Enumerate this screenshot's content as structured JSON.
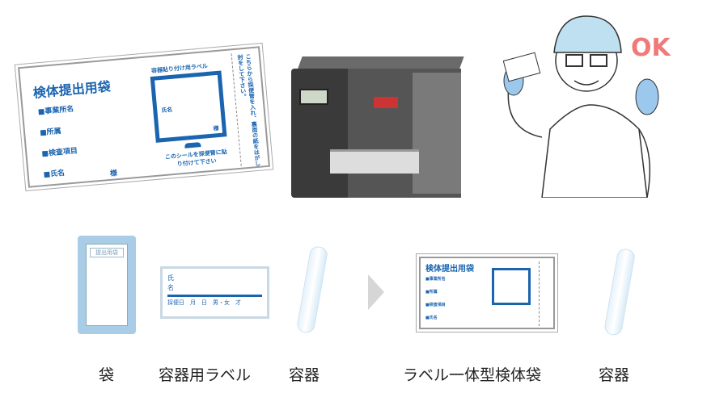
{
  "big_label": {
    "title": "検体提出用袋",
    "fields": [
      "■事業所名",
      "■所属",
      "■検査項目",
      "■氏名"
    ],
    "honorific": "様",
    "sticker_title": "容器貼り付け用ラベル",
    "sticker_name": "氏名",
    "sticker_honorific": "様",
    "sticker_note": "このシールを採便管に貼り付けて下さい",
    "side_note": "こちらから採便管を入れ、裏面の紙をはがし封をして下さい。"
  },
  "small_label": {
    "name": "氏名",
    "footer": "採便日　月　日　男・女　才"
  },
  "bag_title": "提出用袋",
  "ok_text": "OK",
  "captions": [
    "袋",
    "容器用ラベル",
    "容器",
    "ラベル一体型検体袋",
    "容器"
  ],
  "colors": {
    "blue": "#1a64b0",
    "ok": "#f07a7a"
  }
}
